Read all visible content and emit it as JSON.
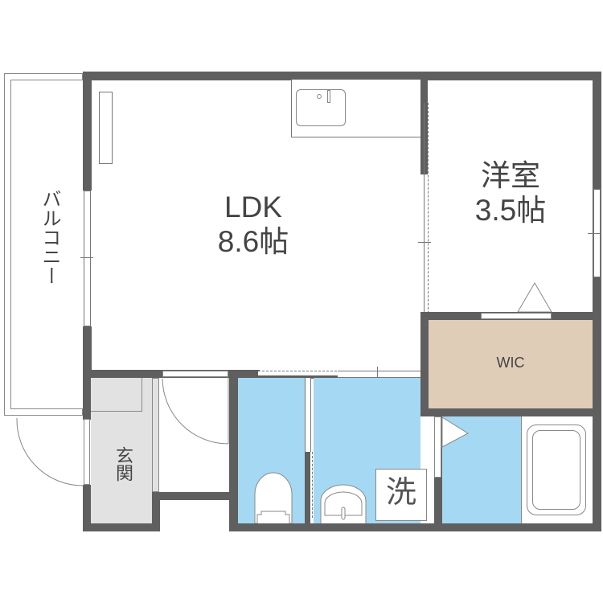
{
  "floor_plan": {
    "colors": {
      "wall": "#5f5f5f",
      "wet_area": "#a5d8f2",
      "wic": "#e0cdb8",
      "entrance": "#e2e2e2",
      "text": "#444444"
    },
    "rooms": {
      "ldk": {
        "name": "LDK",
        "size": "8.6帖"
      },
      "western_room": {
        "name": "洋室",
        "size": "3.5帖"
      },
      "wic": {
        "name": "WIC"
      },
      "entrance": {
        "name": "玄関"
      },
      "balcony": {
        "name": "バルコニー"
      },
      "laundry": {
        "symbol": "洗"
      }
    }
  }
}
